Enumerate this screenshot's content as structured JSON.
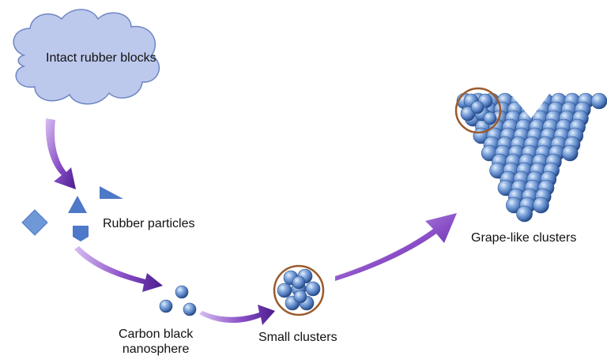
{
  "labels": {
    "intact": "Intact rubber blocks",
    "particles": "Rubber particles",
    "carbon_black_line1": "Carbon black",
    "carbon_black_line2": "nanosphere",
    "small_clusters": "Small clusters",
    "grape_clusters": "Grape-like clusters"
  },
  "colors": {
    "cloud_fill": "#bcc9ec",
    "cloud_stroke": "#6f86c4",
    "shape_fill": "#4e78c8",
    "sphere_light": "#d6e3f6",
    "sphere_mid": "#6f98d6",
    "sphere_dark": "#23477f",
    "arrow_light": "#c9a6e6",
    "arrow_dark": "#4a1d8c",
    "highlight_ring": "#9a5a2c"
  }
}
